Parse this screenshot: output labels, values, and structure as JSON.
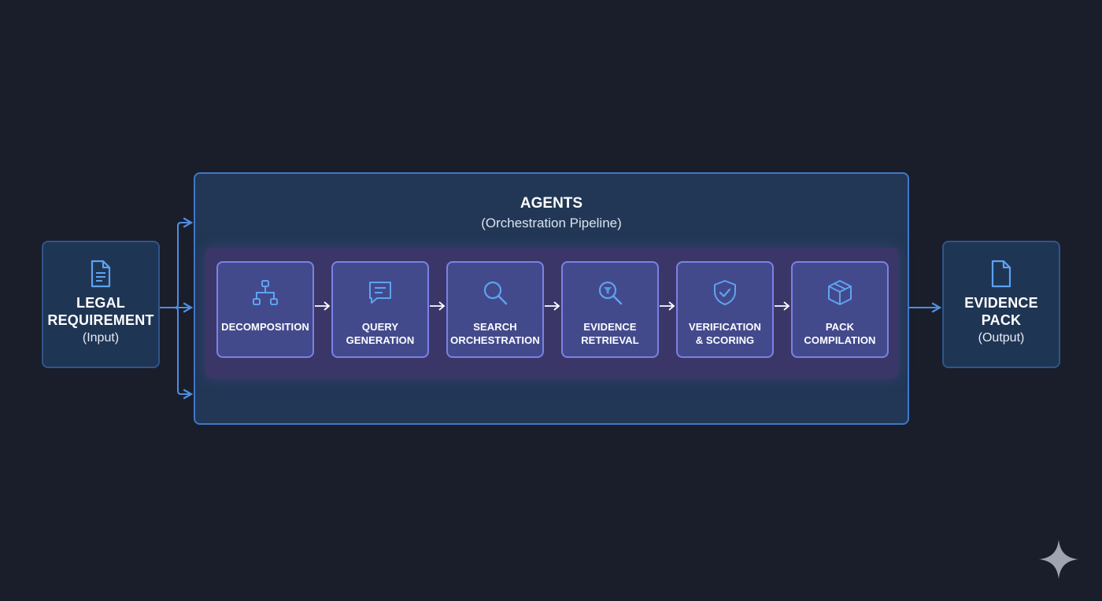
{
  "input": {
    "icon": "document-icon",
    "title": "LEGAL\nREQUIREMENT",
    "subtitle": "(Input)"
  },
  "agents": {
    "title": "AGENTS",
    "subtitle": "(Orchestration Pipeline)",
    "stages": [
      {
        "icon": "hierarchy-icon",
        "label": "DECOMPOSITION"
      },
      {
        "icon": "chat-icon",
        "label": "QUERY\nGENERATION"
      },
      {
        "icon": "search-icon",
        "label": "SEARCH\nORCHESTRATION"
      },
      {
        "icon": "filter-search-icon",
        "label": "EVIDENCE\nRETRIEVAL"
      },
      {
        "icon": "shield-check-icon",
        "label": "VERIFICATION\n& SCORING"
      },
      {
        "icon": "package-icon",
        "label": "PACK\nCOMPILATION"
      }
    ]
  },
  "output": {
    "icon": "document-icon",
    "title": "EVIDENCE\nPACK",
    "subtitle": "(Output)"
  },
  "watermark": {
    "icon": "sparkle-icon"
  },
  "colors": {
    "background": "#1a1e2b",
    "io_box": "#1f3554",
    "panel": "#213755",
    "panel_border": "#3f78c9",
    "band": "#3b3668",
    "stage": "#434a8c",
    "stage_border": "#7a82e6",
    "icon": "#5ea3f0",
    "connector": "#4f8fe0"
  }
}
